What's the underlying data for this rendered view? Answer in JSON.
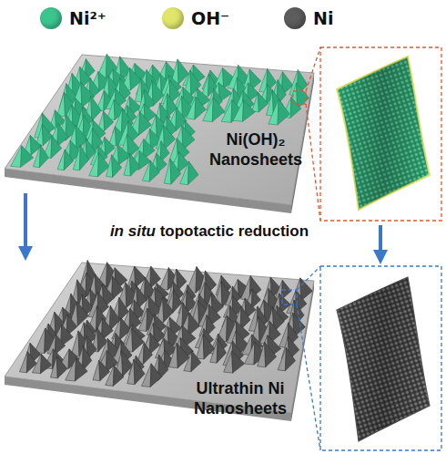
{
  "diagram": {
    "labels": [
      "Ni(OH)₂ Nanosheets",
      "in situ",
      "topotactic reduction",
      "Ultrathin Ni Nanosheets"
    ],
    "legend": [
      {
        "text": "Ni²⁺",
        "color": "#3cc48f"
      },
      {
        "text": "OH⁻",
        "color": "#dfe66a"
      },
      {
        "text": "Ni",
        "color": "#5c5c5c"
      }
    ]
  }
}
